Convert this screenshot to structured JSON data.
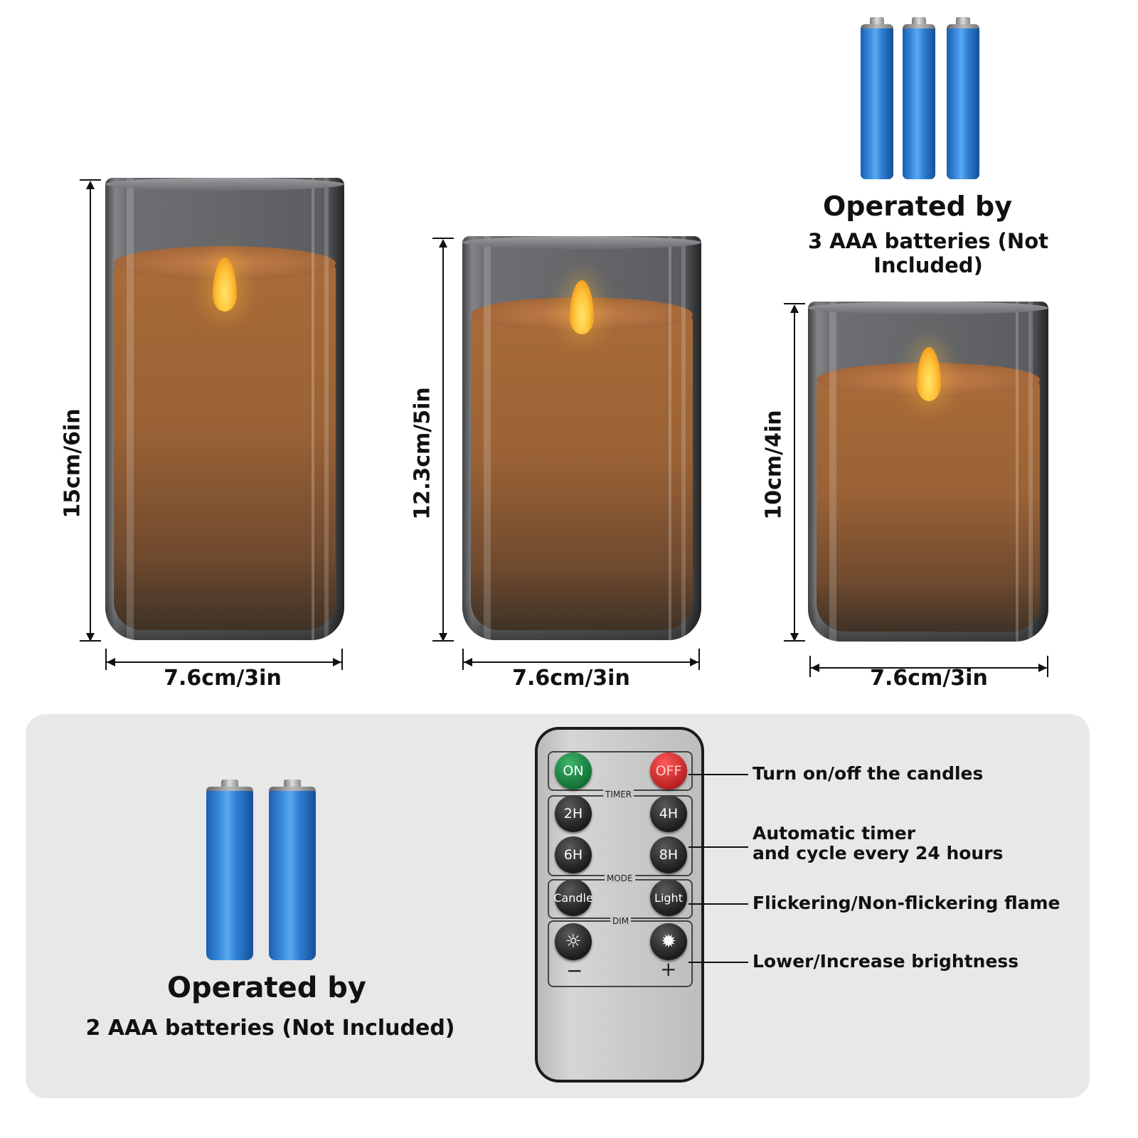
{
  "candles": [
    {
      "height_label": "15cm/6in",
      "width_label": "7.6cm/3in"
    },
    {
      "height_label": "12.3cm/5in",
      "width_label": "7.6cm/3in"
    },
    {
      "height_label": "10cm/4in",
      "width_label": "7.6cm/3in"
    }
  ],
  "battery_top": {
    "title": "Operated by",
    "subtitle": "3 AAA batteries (Not Included)"
  },
  "battery_bottom": {
    "title": "Operated by",
    "subtitle": "2 AAA batteries (Not Included)"
  },
  "remote": {
    "on": "ON",
    "off": "OFF",
    "timer_label": "TIMER",
    "t2": "2H",
    "t4": "4H",
    "t6": "6H",
    "t8": "8H",
    "mode_label": "MODE",
    "candle": "Candle",
    "light": "Light",
    "dim_label": "DIM",
    "minus": "−",
    "plus": "+"
  },
  "callouts": {
    "onoff": "Turn on/off the candles",
    "timer_1": "Automatic timer",
    "timer_2": "and cycle every 24 hours",
    "mode": "Flickering/Non-flickering flame",
    "dim": "Lower/Increase brightness"
  },
  "colors": {
    "battery": "#3b8fe0",
    "panel": "#e8e8e8",
    "on": "#1f9a4c",
    "off": "#e03232"
  }
}
